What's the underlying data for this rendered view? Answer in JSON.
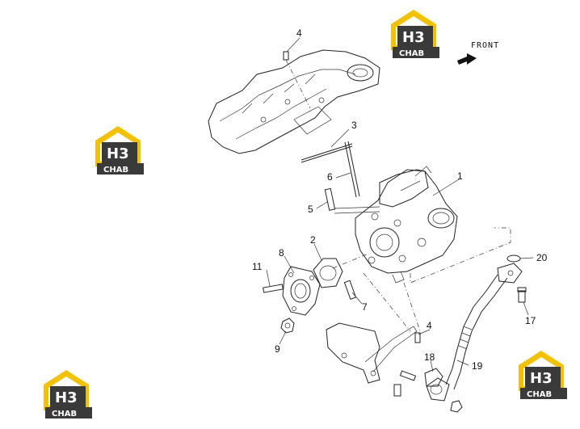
{
  "front_label": "FRONT",
  "logo": {
    "mark": "H3",
    "brand": "CHAB",
    "colors": {
      "yellow": "#f2c200",
      "dark": "#3a3a3a"
    }
  },
  "callouts": [
    {
      "id": "c1",
      "text": "1"
    },
    {
      "id": "c2",
      "text": "2"
    },
    {
      "id": "c3",
      "text": "3"
    },
    {
      "id": "c4a",
      "text": "4"
    },
    {
      "id": "c4b",
      "text": "4"
    },
    {
      "id": "c5",
      "text": "5"
    },
    {
      "id": "c6",
      "text": "6"
    },
    {
      "id": "c7",
      "text": "7"
    },
    {
      "id": "c8",
      "text": "8"
    },
    {
      "id": "c9",
      "text": "9"
    },
    {
      "id": "c11",
      "text": "11"
    },
    {
      "id": "c17",
      "text": "17"
    },
    {
      "id": "c18",
      "text": "18"
    },
    {
      "id": "c19",
      "text": "19"
    },
    {
      "id": "c20",
      "text": "20"
    }
  ]
}
